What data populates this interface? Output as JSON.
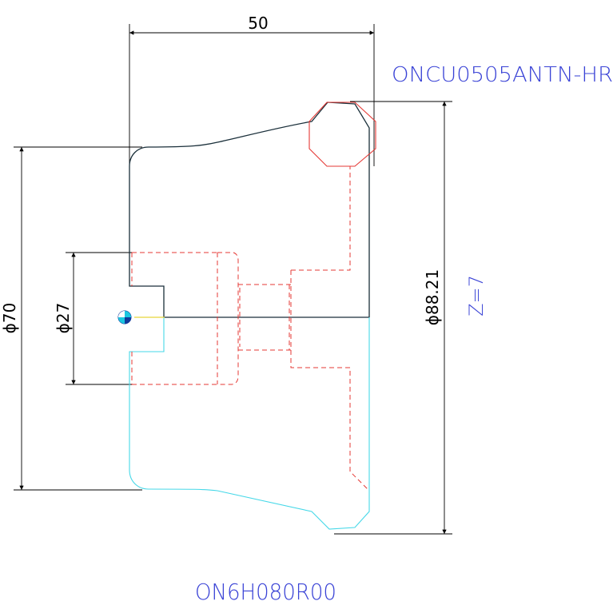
{
  "dimensions": {
    "horizontal_top": "50",
    "diameter_outer_right": "ϕ88.21",
    "diameter_left_large": "ϕ70",
    "diameter_left_bore": "ϕ27"
  },
  "labels": {
    "insert_code": "ONCU0505ANTN-HR",
    "z_value": "Z=7",
    "cutter_code": "ON6H080R00"
  },
  "colors": {
    "dimension_lines": "#000000",
    "part_profile": "#1a2f3a",
    "mirror_profile": "#46d8e8",
    "hidden_lines": "#e53935",
    "label_blue": "#3a43d6",
    "axis_marker_cyan": "#1cc7e0",
    "axis_marker_dark": "#123a9a",
    "center_line": "#e6d53a"
  }
}
